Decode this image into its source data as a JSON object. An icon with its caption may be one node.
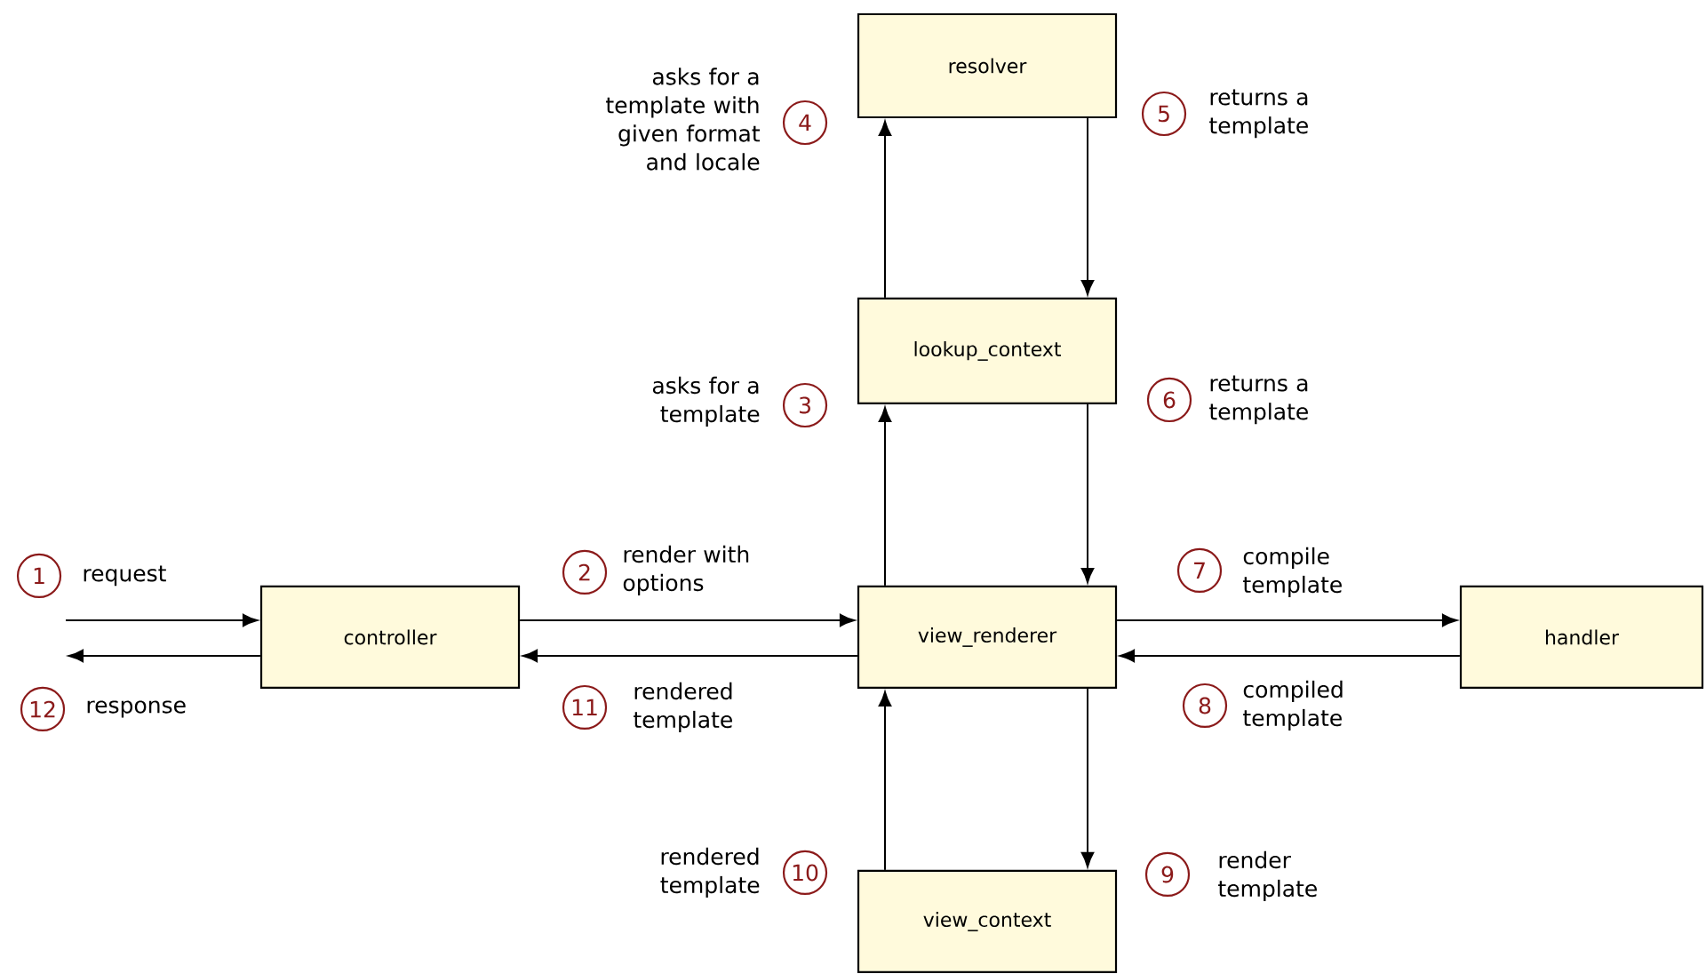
{
  "diagram": {
    "nodes": [
      {
        "text": [
          "controller"
        ]
      },
      {
        "text": [
          "view_renderer"
        ]
      },
      {
        "text": [
          "lookup_context"
        ]
      },
      {
        "text": [
          "resolver"
        ]
      },
      {
        "text": [
          "handler"
        ]
      },
      {
        "text": [
          "view_context"
        ]
      }
    ],
    "edges": [
      {
        "from": null,
        "to": 0,
        "arrow": "to",
        "label": "request"
      },
      {
        "from": 0,
        "to": null,
        "arrow": "to",
        "label": "response"
      },
      {
        "from": 0,
        "to": 1,
        "arrow": "to",
        "label": "render with options"
      },
      {
        "from": 1,
        "to": 0,
        "arrow": "to",
        "label": "rendered template"
      },
      {
        "from": 1,
        "to": 2,
        "arrow": "to"
      },
      {
        "from": 2,
        "to": 3,
        "arrow": "to"
      },
      {
        "from": 3,
        "to": 2,
        "arrow": "to"
      },
      {
        "from": 2,
        "to": 1,
        "arrow": "to"
      },
      {
        "from": 1,
        "to": 4,
        "arrow": "to",
        "label": "compile template"
      },
      {
        "from": 4,
        "to": 1,
        "arrow": "to",
        "label": "compiled template"
      },
      {
        "from": 1,
        "to": 5,
        "arrow": "to"
      },
      {
        "from": 5,
        "to": 1,
        "arrow": "to"
      }
    ],
    "labels": [
      "1",
      "2",
      "3",
      "4",
      "5",
      "6",
      "7",
      "8",
      "9",
      "10",
      "11",
      "12",
      "asks for a template with given format and locale",
      "returns a template",
      "asks for a template",
      "returns a template",
      "rendered template",
      "render template"
    ]
  }
}
